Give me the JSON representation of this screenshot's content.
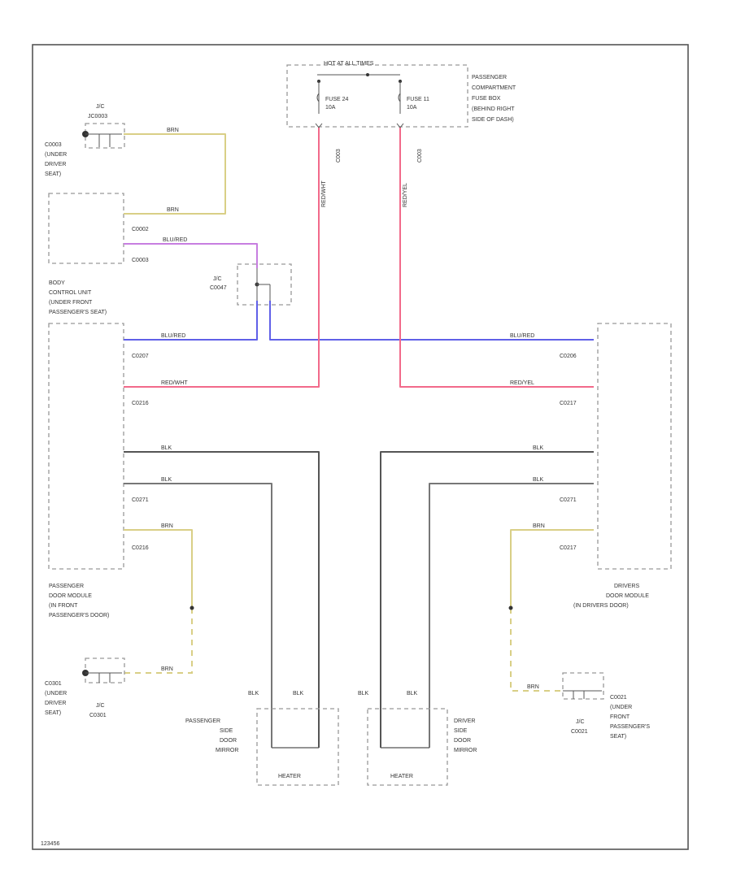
{
  "fuse_block": {
    "header": "HOT AT ALL TIMES",
    "fuse_left": {
      "name": "FUSE 24",
      "rating": "10A"
    },
    "fuse_right": {
      "name": "FUSE 11",
      "rating": "10A"
    },
    "location": [
      "PASSENGER",
      "COMPARTMENT",
      "FUSE BOX",
      "(BEHIND RIGHT",
      "SIDE OF DASH)"
    ],
    "pin_left": "C003",
    "pin_right": "C003"
  },
  "connectors": {
    "c0103_label": "J/C",
    "c0103_code": "JC0003",
    "c0103_location": [
      "C0003",
      "(UNDER",
      "DRIVER",
      "SEAT)"
    ],
    "c0301_label": "J/C",
    "c0301_code": "C0301",
    "c0301_location": [
      "C0301",
      "(UNDER",
      "DRIVER",
      "SEAT)"
    ],
    "c0021_label": "J/C",
    "c0021_code": "C0021",
    "c0021_location": [
      "C0021",
      "(UNDER",
      "FRONT",
      "PASSENGER'S",
      "SEAT)"
    ],
    "c0047_label": "J/C",
    "c0047_code": "C0047"
  },
  "bcm": {
    "pin_top": "C0002",
    "pin_bottom": "C0003",
    "title": [
      "BODY",
      "CONTROL UNIT",
      "(UNDER FRONT",
      "PASSENGER'S SEAT)"
    ]
  },
  "passenger_door_module": {
    "pins": [
      "C0207",
      "C0216",
      "C0271",
      "C0216"
    ],
    "title": [
      "PASSENGER",
      "DOOR MODULE",
      "(IN FRONT",
      "PASSENGER'S DOOR)"
    ]
  },
  "driver_door_module": {
    "pins": [
      "C0206",
      "C0217",
      "C0271",
      "C0217"
    ],
    "title": [
      "DRIVERS",
      "DOOR MODULE",
      "(IN DRIVERS DOOR)"
    ]
  },
  "wire_colors": {
    "brn": "BRN",
    "blu_red": "BLU/RED",
    "red_wht": "RED/WHT",
    "red_yel": "RED/YEL",
    "blk": "BLK"
  },
  "mirrors": {
    "passenger_title": [
      "PASSENGER",
      "SIDE",
      "DOOR",
      "MIRROR"
    ],
    "driver_title": [
      "DRIVER",
      "SIDE",
      "DOOR",
      "MIRROR"
    ],
    "heater": "HEATER",
    "wire_left": "BLK",
    "wire_right": "BLK"
  },
  "footer": "123456",
  "colors": {
    "brn_wire": "#d9cf86",
    "blu_wire": "#6060e8",
    "red_wire": "#f26a8a",
    "purple_wire": "#c77ee0",
    "blk_wire": "#555555",
    "frame": "#555555"
  }
}
